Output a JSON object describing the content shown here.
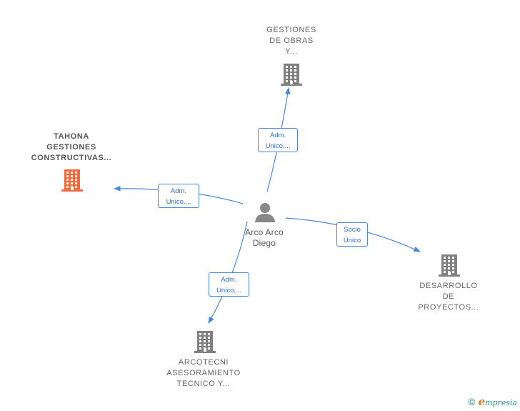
{
  "colors": {
    "edge": "#4a88d8",
    "building": "#808080",
    "building_highlight": "#f26a3d",
    "person": "#888888"
  },
  "center": {
    "icon": "person-icon",
    "name_lines": [
      "Arco Arco",
      "Diego"
    ]
  },
  "companies": [
    {
      "id": "gestiones-obras",
      "icon": "building-icon",
      "highlight": false,
      "name_lines": [
        "GESTIONES",
        "DE OBRAS",
        "Y..."
      ]
    },
    {
      "id": "tahona",
      "icon": "building-icon",
      "highlight": true,
      "name_lines": [
        "TAHONA",
        "GESTIONES",
        "CONSTRUCTIVAS..."
      ]
    },
    {
      "id": "desarrollo",
      "icon": "building-icon",
      "highlight": false,
      "name_lines": [
        "DESARROLLO",
        "DE",
        "PROYECTOS..."
      ]
    },
    {
      "id": "arcotecni",
      "icon": "building-icon",
      "highlight": false,
      "name_lines": [
        "ARCOTECNI",
        "ASESORAMIENTO",
        "TECNICO Y..."
      ]
    }
  ],
  "relations": [
    {
      "to": "gestiones-obras",
      "label_lines": [
        "Adm.",
        "Unico,..."
      ]
    },
    {
      "to": "tahona",
      "label_lines": [
        "Adm.",
        "Unico,..."
      ]
    },
    {
      "to": "desarrollo",
      "label_lines": [
        "Socio",
        "Único"
      ]
    },
    {
      "to": "arcotecni",
      "label_lines": [
        "Adm.",
        "Unico,..."
      ]
    }
  ],
  "footer": {
    "copyright_symbol": "©",
    "brand_initial": "e",
    "brand_rest": "mpresia"
  }
}
